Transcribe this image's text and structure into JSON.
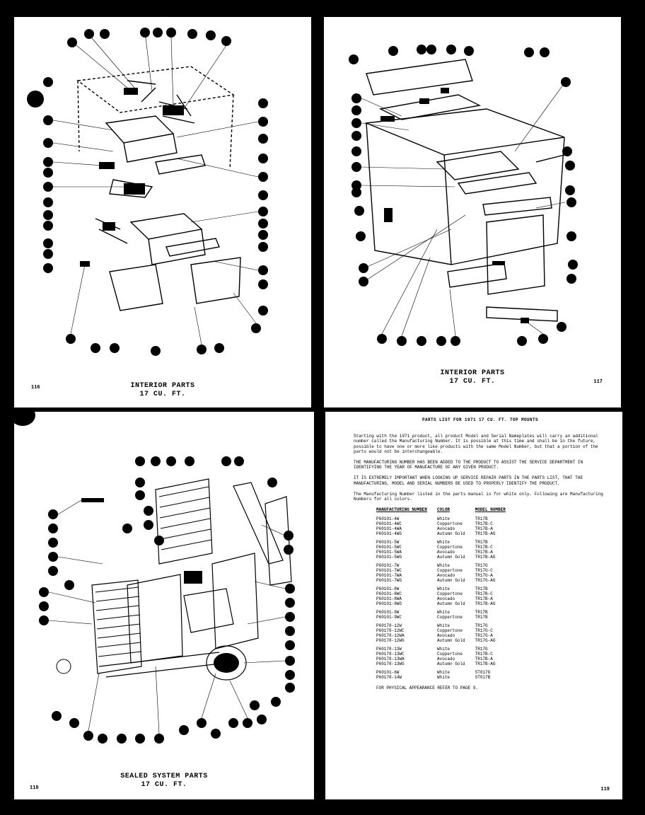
{
  "pages": {
    "p116": {
      "number": "116",
      "caption_line1": "INTERIOR PARTS",
      "caption_line2": "17 CU. FT."
    },
    "p117": {
      "number": "117",
      "caption_line1": "INTERIOR PARTS",
      "caption_line2": "17 CU. FT."
    },
    "p118": {
      "number": "118",
      "caption_line1": "SEALED SYSTEM PARTS",
      "caption_line2": "17 CU. FT."
    },
    "p119": {
      "number": "119",
      "title": "PARTS LIST FOR 1971 17 CU. FT. TOP MOUNTS",
      "para1": "Starting with the 1971 product, all product Model and Serial Nameplates will carry an additional number called the Manufacturing Number. It is possible at this time and shall be in the future, possible to have one or more like products with the same Model Number, but that a portion of the parts would not be interchangeable.",
      "para2": "THE MANUFACTURING NUMBER HAS BEEN ADDED TO THE PRODUCT TO ASSIST THE SERVICE DEPARTMENT IN IDENTIFYING THE YEAR OF MANUFACTURE OF ANY GIVEN PRODUCT.",
      "para3": "IT IS EXTREMELY IMPORTANT WHEN LOOKING UP SERVICE REPAIR PARTS IN THE PARTS LIST, THAT THE MANUFACTURING, MODEL AND SERIAL NUMBERS BE USED TO PROPERLY IDENTIFY THE PRODUCT.",
      "para4": "The Manufacturing Number listed in the parts manual is for white only. Following are Manufacturing Numbers for all colors.",
      "col_mfg": "MANUFACTURING NUMBER",
      "col_color": "COLOR",
      "col_model": "MODEL NUMBER",
      "footer": "FOR PHYSICAL APPEARANCE REFER TO PAGE 9."
    }
  },
  "mfg_groups": [
    [
      [
        "P60101-4W",
        "White",
        "TR17B"
      ],
      [
        "P60101-4WC",
        "Coppertone",
        "TR17B-C"
      ],
      [
        "P60101-4WA",
        "Avocado",
        "TR17B-A"
      ],
      [
        "P60101-4WG",
        "Autumn Gold",
        "TR17B-AG"
      ]
    ],
    [
      [
        "P60101-5W",
        "White",
        "TR17B"
      ],
      [
        "P60101-5WC",
        "Coppertone",
        "TR17B-C"
      ],
      [
        "P60101-5WA",
        "Avocado",
        "TR17B-A"
      ],
      [
        "P60101-5WG",
        "Autumn Gold",
        "TR17B-AG"
      ]
    ],
    [
      [
        "P60101-7W",
        "White",
        "TR17G"
      ],
      [
        "P60101-7WC",
        "Coppertone",
        "TR17G-C"
      ],
      [
        "P60101-7WA",
        "Avocado",
        "TR17G-A"
      ],
      [
        "P60101-7WG",
        "Autumn Gold",
        "TR17G-AG"
      ]
    ],
    [
      [
        "P60101-8W",
        "White",
        "TR17B"
      ],
      [
        "P60101-8WC",
        "Coppertone",
        "TR17B-C"
      ],
      [
        "P60101-8WA",
        "Avocado",
        "TR17B-A"
      ],
      [
        "P60101-8WG",
        "Autumn Gold",
        "TR17B-AG"
      ]
    ],
    [
      [
        "P60101-9W",
        "White",
        "TR17B"
      ],
      [
        "P60101-9WC",
        "Coppertone",
        "TR17B"
      ]
    ],
    [
      [
        "P60178-12W",
        "White",
        "TR17G"
      ],
      [
        "P60178-12WC",
        "Coppertone",
        "TR17G-C"
      ],
      [
        "P60178-12WA",
        "Avocado",
        "TR17G-A"
      ],
      [
        "P60178-12WG",
        "Autumn Gold",
        "TR17G-AG"
      ]
    ],
    [
      [
        "P60178-13W",
        "White",
        "TR17G"
      ],
      [
        "P60178-13WC",
        "Coppertone",
        "TR17B-C"
      ],
      [
        "P60178-13WA",
        "Avocado",
        "TR17B-A"
      ],
      [
        "P60178-13WG",
        "Autumn Gold",
        "TR17B-AG"
      ]
    ],
    [
      [
        "P60101-6W",
        "White",
        "ST017G"
      ],
      [
        "P60178-14W",
        "White",
        "ST017B"
      ]
    ]
  ]
}
